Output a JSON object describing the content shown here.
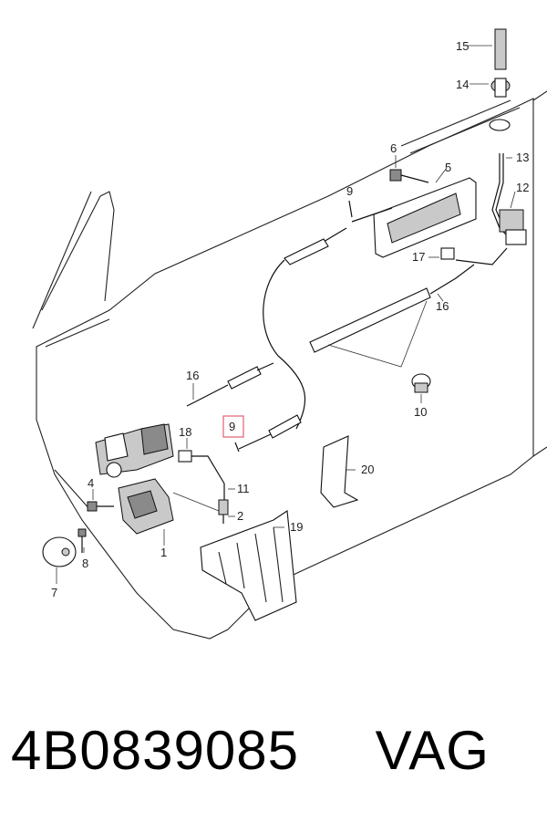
{
  "callouts": {
    "c1": "1",
    "c2": "2",
    "c4": "4",
    "c5": "5",
    "c6": "6",
    "c7": "7",
    "c8": "8",
    "c9a": "9",
    "c9b": "9",
    "c10": "10",
    "c11": "11",
    "c12": "12",
    "c13": "13",
    "c14": "14",
    "c15": "15",
    "c16a": "16",
    "c16b": "16",
    "c17": "17",
    "c18": "18",
    "c19": "19",
    "c20": "20"
  },
  "footer": {
    "part_number": "4B0839085",
    "brand": "VAG"
  },
  "colors": {
    "highlight": "#e06070",
    "ink": "#111111"
  }
}
